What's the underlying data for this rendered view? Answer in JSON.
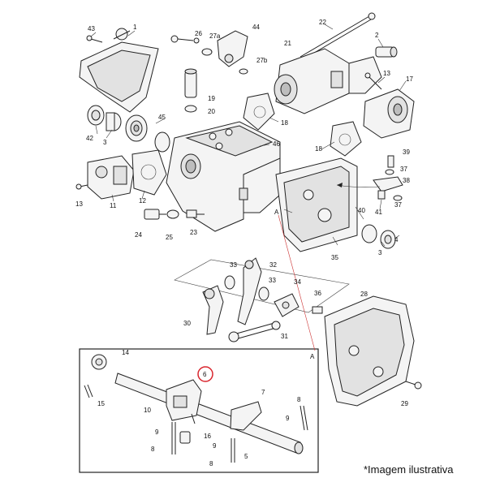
{
  "diagram": {
    "caption": "*Imagem ilustrativa",
    "detail_letter_top": "A",
    "detail_letter_box": "A",
    "highlighted_part": "6",
    "highlight_color": "#d9262e",
    "labels": {
      "p1": "1",
      "p2": "2",
      "p3a": "3",
      "p3b": "3",
      "p4": "4",
      "p5": "5",
      "p6": "6",
      "p7": "7",
      "p8a": "8",
      "p8b": "8",
      "p8c": "8",
      "p9a": "9",
      "p9b": "9",
      "p9c": "9",
      "p10": "10",
      "p11": "11",
      "p12": "12",
      "p13a": "13",
      "p13b": "13",
      "p14": "14",
      "p15": "15",
      "p16": "16",
      "p17": "17",
      "p18a": "18",
      "p18b": "18",
      "p19": "19",
      "p20": "20",
      "p21": "21",
      "p22": "22",
      "p23": "23",
      "p24": "24",
      "p25": "25",
      "p26": "26",
      "p27a": "27a",
      "p27b": "27b",
      "p28": "28",
      "p29": "29",
      "p30": "30",
      "p31": "31",
      "p32": "32",
      "p33a": "33",
      "p33b": "33",
      "p34": "34",
      "p35": "35",
      "p36": "36",
      "p37a": "37",
      "p37b": "37",
      "p38": "38",
      "p39": "39",
      "p40": "40",
      "p41": "41",
      "p42": "42",
      "p43": "43",
      "p44": "44",
      "p45": "45",
      "p46": "46"
    }
  }
}
